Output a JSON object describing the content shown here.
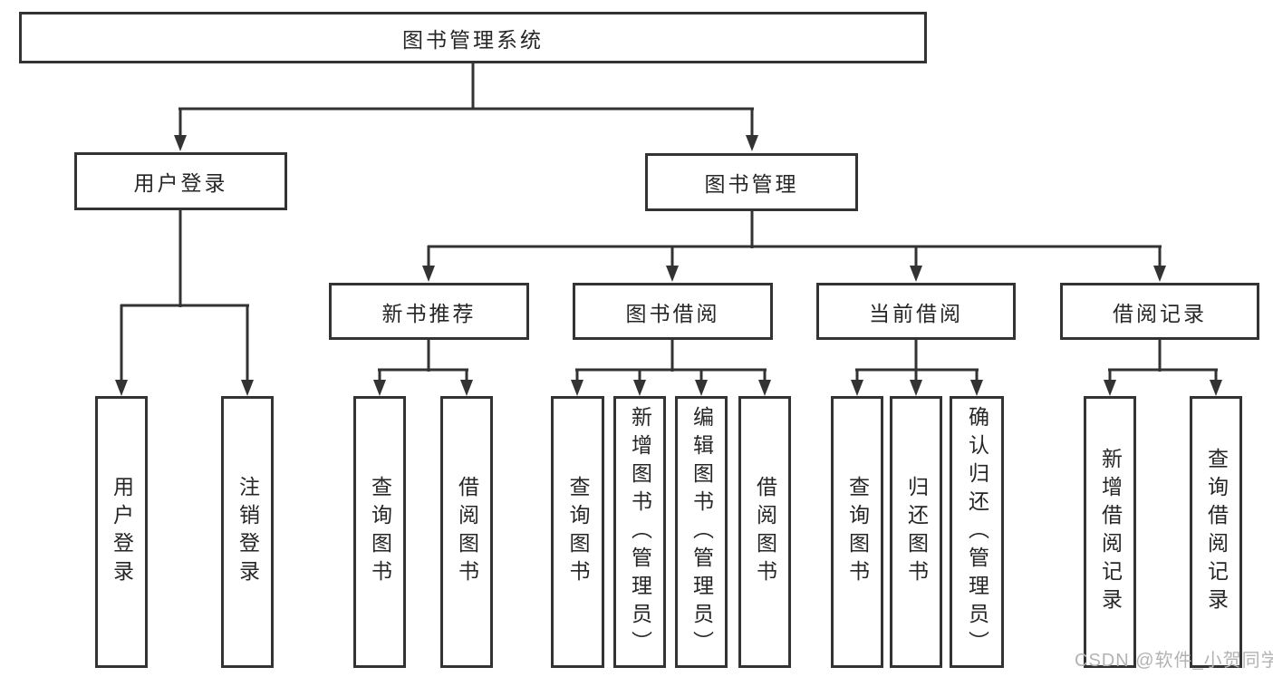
{
  "diagram": {
    "root": {
      "label": "图书管理系统"
    },
    "branches": [
      {
        "label": "用户登录",
        "children": [
          {
            "label": "用户登录"
          },
          {
            "label": "注销登录"
          }
        ]
      },
      {
        "label": "图书管理",
        "children": [
          {
            "label": "新书推荐",
            "children": [
              {
                "label": "查询图书"
              },
              {
                "label": "借阅图书"
              }
            ]
          },
          {
            "label": "图书借阅",
            "children": [
              {
                "label": "查询图书"
              },
              {
                "label": "新增图书（管理员）"
              },
              {
                "label": "编辑图书（管理员）"
              },
              {
                "label": "借阅图书"
              }
            ]
          },
          {
            "label": "当前借阅",
            "children": [
              {
                "label": "查询图书"
              },
              {
                "label": "归还图书"
              },
              {
                "label": "确认归还（管理员）"
              }
            ]
          },
          {
            "label": "借阅记录",
            "children": [
              {
                "label": "新增借阅记录"
              },
              {
                "label": "查询借阅记录"
              }
            ]
          }
        ]
      }
    ]
  },
  "watermark": {
    "text": "CSDN @软件_小贺同学"
  },
  "colors": {
    "line": "#333333",
    "box_bg": "#ffffff",
    "text": "#262626",
    "watermark": "#b3b3b3"
  }
}
